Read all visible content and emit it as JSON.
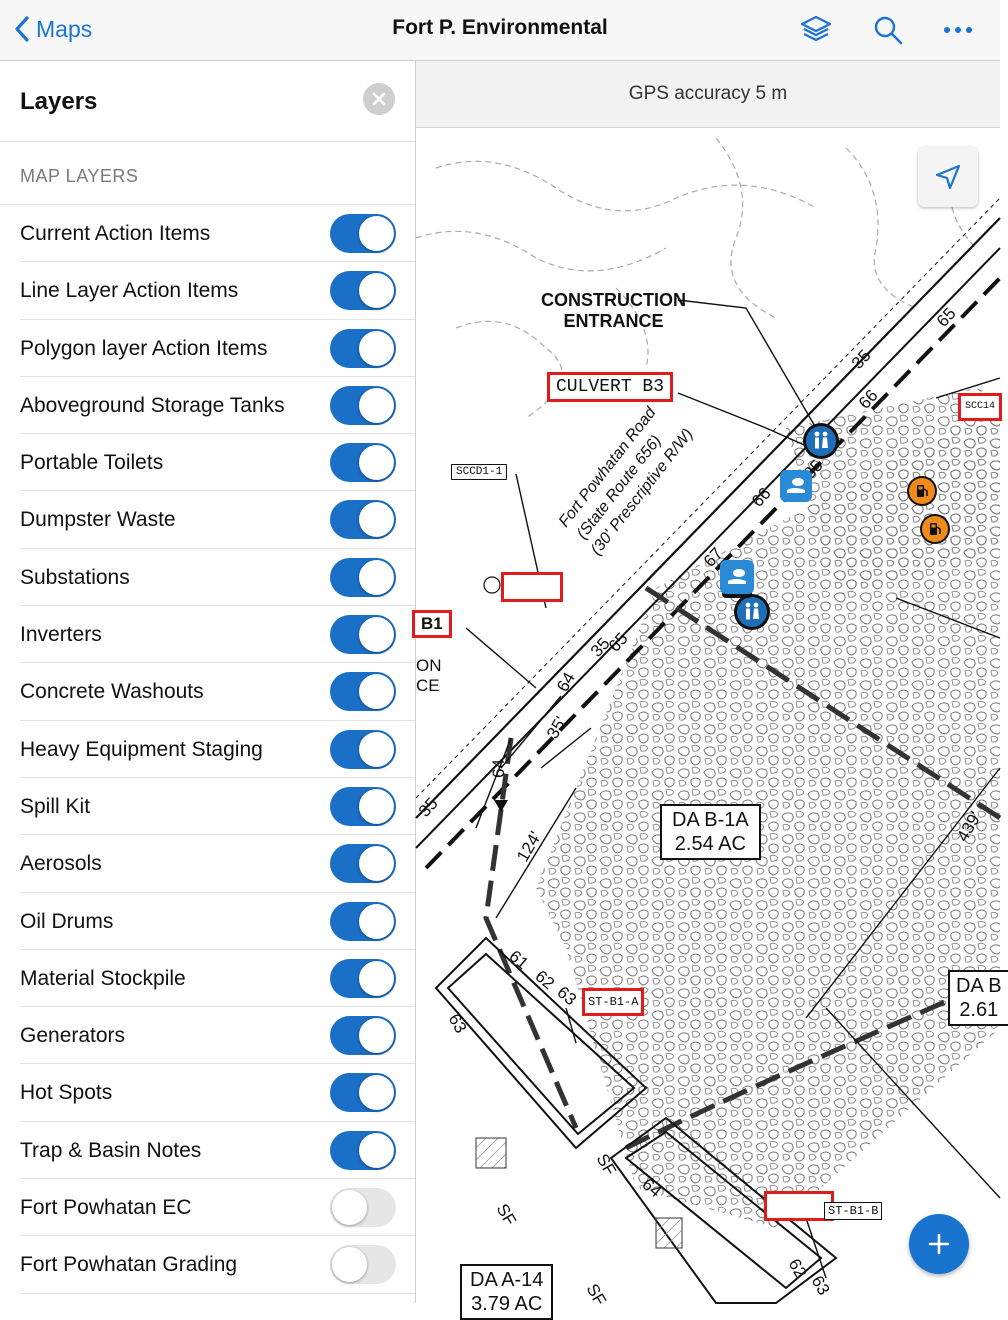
{
  "nav": {
    "back_label": "Maps",
    "title": "Fort P. Environmental"
  },
  "panel": {
    "title": "Layers",
    "section": "MAP LAYERS",
    "layers": [
      {
        "label": "Current Action Items",
        "on": true
      },
      {
        "label": "Line Layer Action Items",
        "on": true
      },
      {
        "label": "Polygon layer Action Items",
        "on": true
      },
      {
        "label": "Aboveground Storage Tanks",
        "on": true
      },
      {
        "label": "Portable Toilets",
        "on": true
      },
      {
        "label": "Dumpster Waste",
        "on": true
      },
      {
        "label": "Substations",
        "on": true
      },
      {
        "label": "Inverters",
        "on": true
      },
      {
        "label": "Concrete Washouts",
        "on": true
      },
      {
        "label": "Heavy Equipment Staging",
        "on": true
      },
      {
        "label": "Spill Kit",
        "on": true
      },
      {
        "label": "Aerosols",
        "on": true
      },
      {
        "label": "Oil Drums",
        "on": true
      },
      {
        "label": "Material Stockpile",
        "on": true
      },
      {
        "label": "Generators",
        "on": true
      },
      {
        "label": "Hot Spots",
        "on": true
      },
      {
        "label": "Trap & Basin Notes",
        "on": true
      },
      {
        "label": "Fort Powhatan EC",
        "on": false
      },
      {
        "label": "Fort Powhatan Grading",
        "on": false
      }
    ]
  },
  "map": {
    "gps_text": "GPS accuracy 5 m",
    "labels": {
      "construction_1": "CONSTRUCTION",
      "construction_2": "ENTRANCE",
      "culvert": "CULVERT B3",
      "road_1": "Fort Powhatan Road",
      "road_2": "(State Route 656)",
      "road_3": "(30' Prescriptive R/W)",
      "scc_left": "SCCD1-1",
      "scc_right": "SCC14",
      "b1": "B1",
      "on": "ON",
      "ce": "CE",
      "da_b1a_1": "DA B-1A",
      "da_b1a_2": "2.54 AC",
      "da_b_1": "DA B",
      "da_b_2": "2.61",
      "da_a14_1": "DA A-14",
      "da_a14_2": "3.79 AC",
      "st_b1a": "ST-B1-A",
      "st_b1b": "ST-B1-B",
      "dim_35": "35'",
      "dim_124": "124'",
      "dim_439": "439'",
      "c65": "65",
      "c66": "66",
      "c35": "35",
      "c67": "67",
      "c64": "64",
      "c63": "63",
      "c62": "62",
      "c61": "61",
      "sf": "SF"
    },
    "marker_colors": {
      "toilet": "#1f6fb8",
      "spill": "#2a8ad6",
      "generator": "#f08a1a"
    }
  }
}
